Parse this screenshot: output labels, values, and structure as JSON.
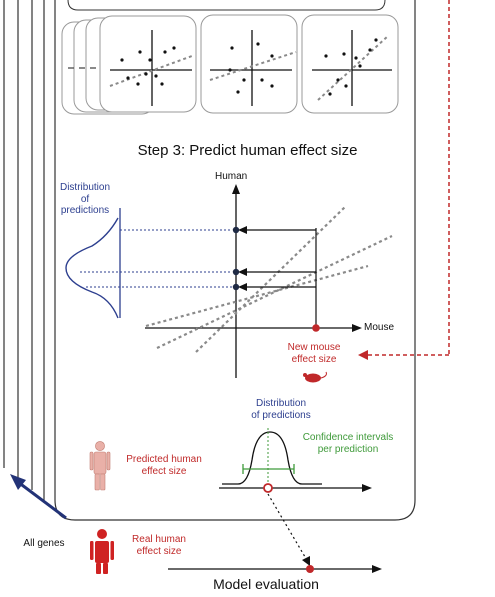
{
  "colors": {
    "blue": "#2d3f8f",
    "red": "#c0282a",
    "green": "#3f9a3a",
    "gray": "#8a8a8a",
    "dark_navy": "#233377"
  },
  "step3": {
    "title": "Step 3: Predict human effect size"
  },
  "main_plot": {
    "y_axis_label": "Human",
    "x_axis_label": "Mouse",
    "distribution_label": "Distribution\nof\npredictions",
    "new_mouse_label": "New mouse\neffect size",
    "icons": [
      "mouse-icon"
    ]
  },
  "bottom_plot": {
    "distribution_label": "Distribution\nof predictions",
    "confidence_label": "Confidence intervals\nper prediction",
    "predicted_label": "Predicted human\neffect size",
    "real_label": "Real human\neffect size",
    "all_genes_label": "All genes",
    "evaluation_label": "Model evaluation",
    "icons": [
      "human-figure-icon",
      "human-figure-red-icon"
    ]
  }
}
